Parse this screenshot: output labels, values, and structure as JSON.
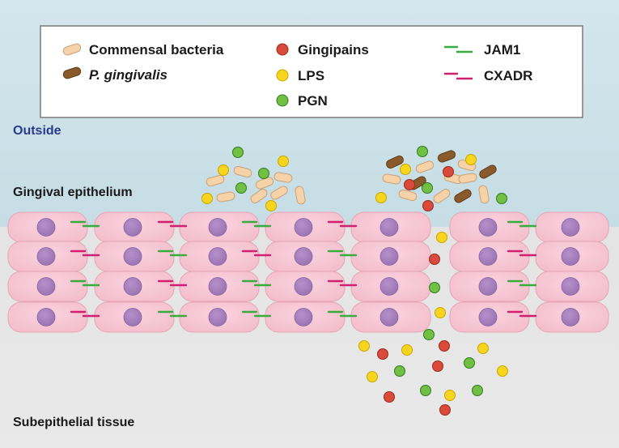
{
  "legend": {
    "commensal": "Commensal bacteria",
    "pg": "P. gingivalis",
    "gingipains": "Gingipains",
    "lps": "LPS",
    "pgn": "PGN",
    "jam1": "JAM1",
    "cxadr": "CXADR"
  },
  "regions": {
    "outside": "Outside",
    "epithelium": "Gingival epithelium",
    "subepithelial": "Subepithelial tissue"
  },
  "colors": {
    "outside_bg": "#cfe3ea",
    "tissue_bg": "#e6e6e6",
    "cell_fill": "#f7c9d5",
    "cell_stroke": "#e6a5b7",
    "nucleus": "#a77fbd",
    "commensal": "#f6d2a8",
    "pg": "#8b5a2b",
    "gingipains": "#d94a3a",
    "lps": "#f7d51f",
    "pgn": "#72c043",
    "jam1": "#3aac3f",
    "cxadr": "#d0206f",
    "outside_label": "#2a3a8c"
  }
}
